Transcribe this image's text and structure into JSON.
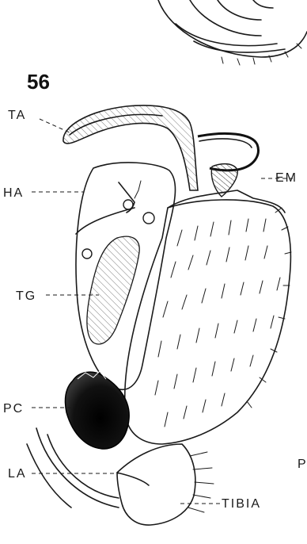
{
  "figure": {
    "number": "56",
    "labels": {
      "ta": "TA",
      "em": "EM",
      "ha": "HA",
      "tg": "TG",
      "pc": "PC",
      "la": "LA",
      "tibia": "TIBIA",
      "cut": "P"
    }
  },
  "colors": {
    "ink": "#1a1a1a",
    "background": "#ffffff"
  }
}
